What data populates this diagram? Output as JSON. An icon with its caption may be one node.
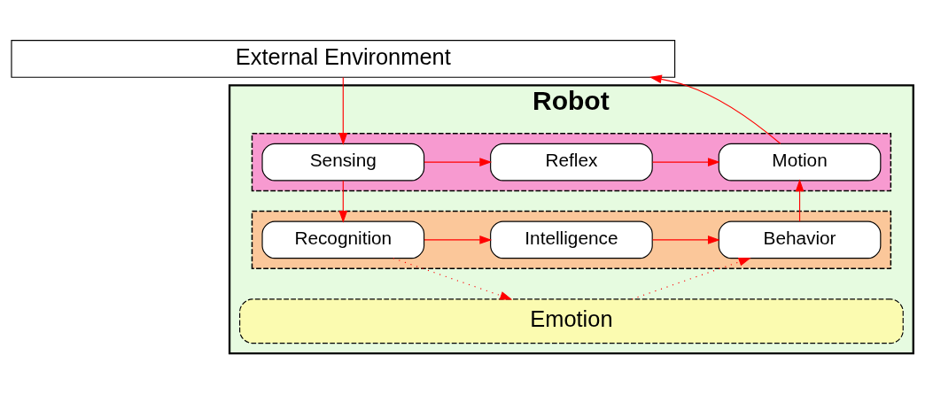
{
  "diagram": {
    "nodes": [
      {
        "text": [
          "External Environment"
        ]
      },
      {
        "text": [
          "Robot"
        ]
      },
      {
        "text": [],
        "shape": "box",
        "in": 1
      },
      {
        "text": [
          "Sensing"
        ],
        "in": 2
      },
      {
        "text": [
          "Reflex"
        ],
        "in": 2
      },
      {
        "text": [
          "Motion"
        ],
        "in": 2
      },
      {
        "text": [],
        "shape": "box",
        "in": 1
      },
      {
        "text": [
          "Recognition"
        ],
        "in": 6
      },
      {
        "text": [
          "Intelligence"
        ],
        "in": 6
      },
      {
        "text": [
          "Behavior"
        ],
        "in": 6
      },
      {
        "text": [
          "Emotion"
        ],
        "in": 1
      }
    ],
    "edges": [
      {
        "from": 0,
        "to": 3,
        "arrow": "to"
      },
      {
        "from": 3,
        "to": 4,
        "arrow": "to"
      },
      {
        "from": 4,
        "to": 5,
        "arrow": "to"
      },
      {
        "from": 5,
        "to": 0,
        "arrow": "to"
      },
      {
        "from": 3,
        "to": 7,
        "arrow": "to"
      },
      {
        "from": 7,
        "to": 8,
        "arrow": "to"
      },
      {
        "from": 8,
        "to": 9,
        "arrow": "to"
      },
      {
        "from": 9,
        "to": 5,
        "arrow": "to"
      },
      {
        "from": 7,
        "to": 10,
        "arrow": "to",
        "style": "dashed"
      },
      {
        "from": 10,
        "to": 9,
        "arrow": "to",
        "style": "dashed"
      }
    ]
  }
}
